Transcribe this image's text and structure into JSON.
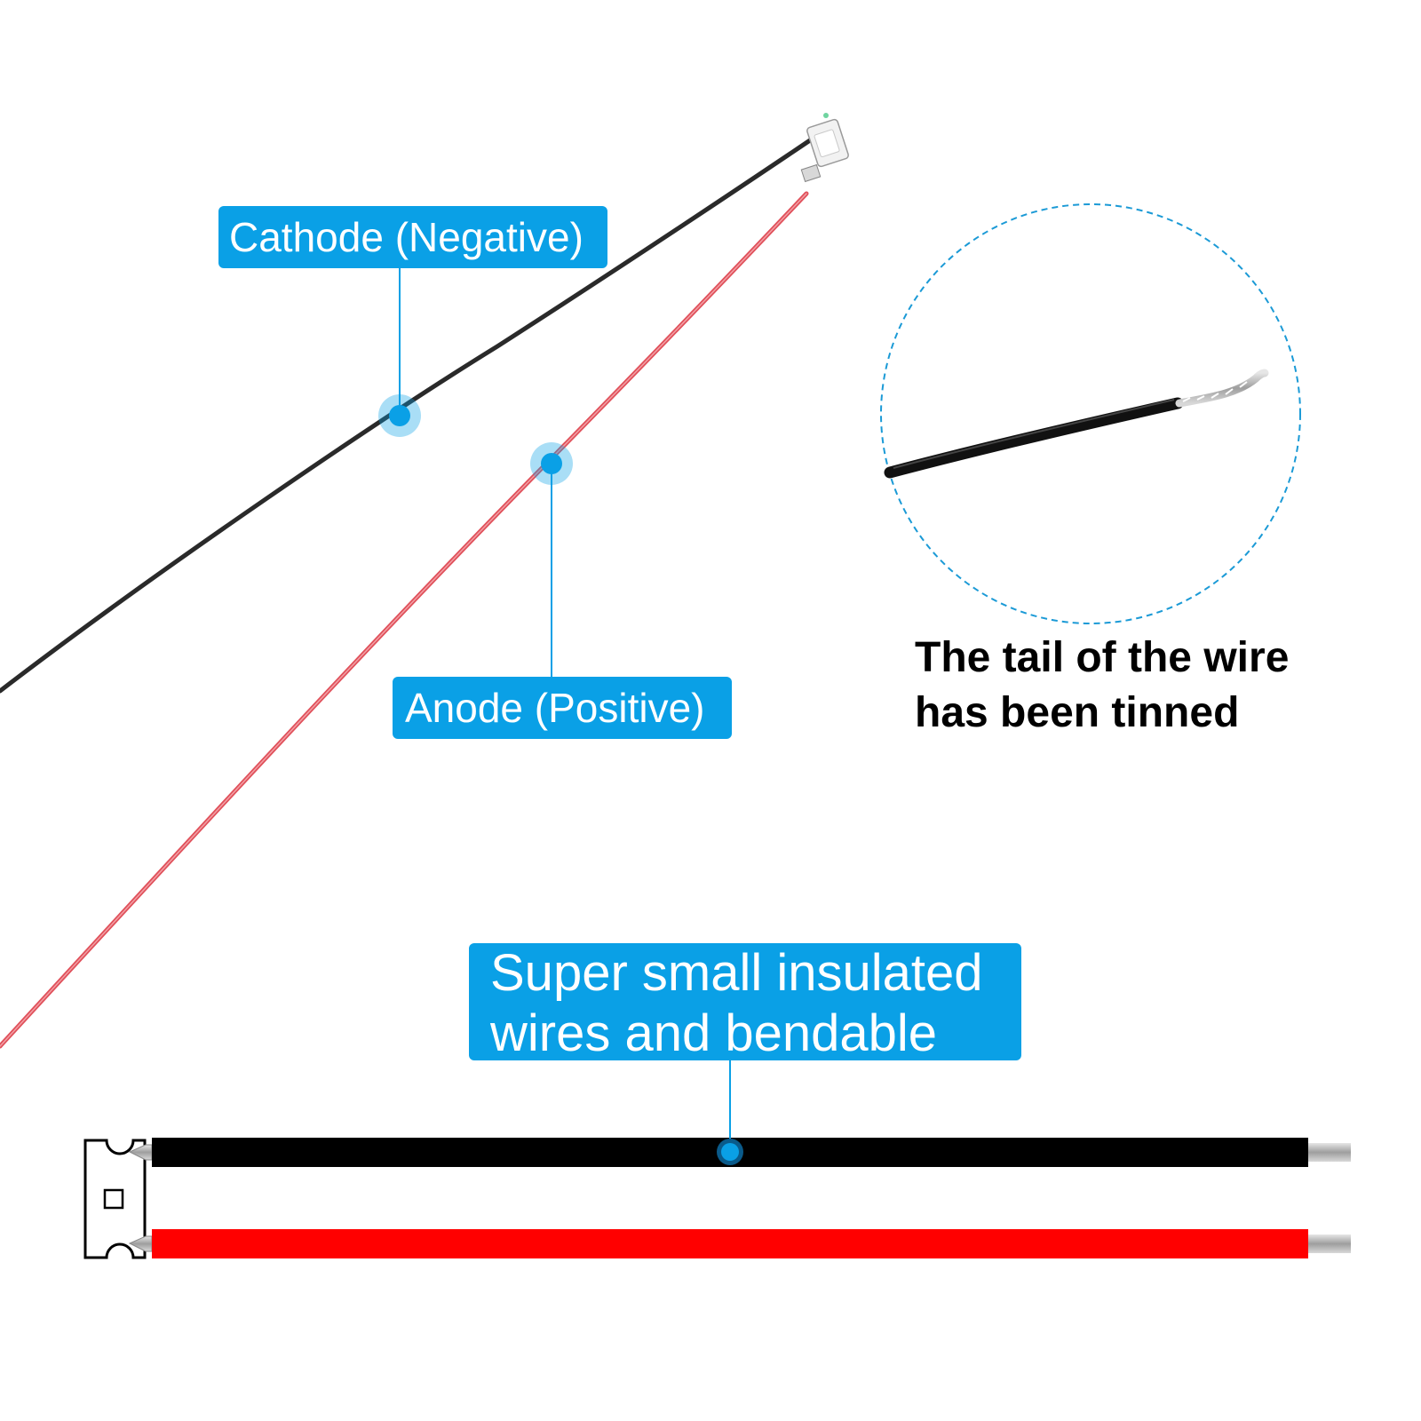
{
  "labels": {
    "cathode": "Cathode (Negative)",
    "anode": "Anode (Positive)",
    "feature_line1": "Super small insulated",
    "feature_line2": "wires and bendable",
    "tinned_line1": "The tail of the wire",
    "tinned_line2": "has been tinned"
  },
  "colors": {
    "callout_blue": "#0aa0e6",
    "wire_black": "#000000",
    "wire_red": "#ff0000",
    "photo_red_wire": "#e0505a",
    "photo_black_wire": "#2a2a2a",
    "tinned_metal": "#b8b8b8"
  },
  "icons": {
    "led_chip": "smd-led-icon",
    "marker": "callout-dot-icon"
  }
}
